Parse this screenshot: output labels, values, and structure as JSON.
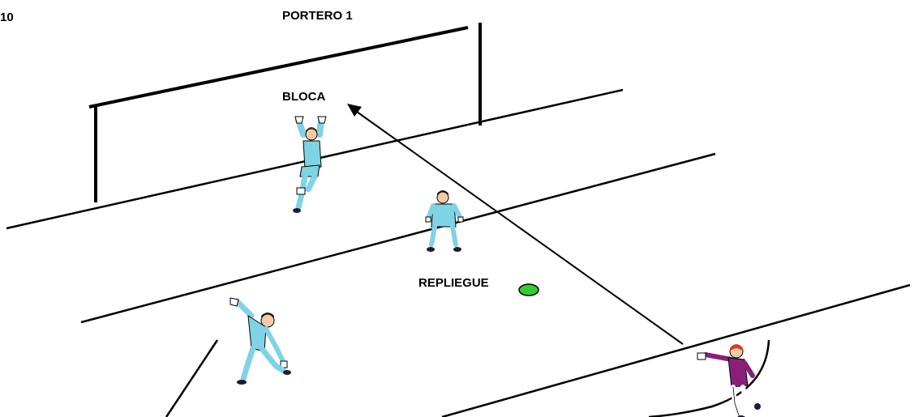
{
  "labels": {
    "corner_left": "10",
    "title": "PORTERO 1",
    "bloca": "BLOCA",
    "repliegue": "REPLIEGUE"
  },
  "colors": {
    "line": "#000000",
    "jersey_blue": "#7fd3e6",
    "jersey_purple": "#8a1f7a",
    "ball": "#33cc33",
    "skin": "#f4c9a8",
    "hair": "#5a3a1a",
    "hair_red": "#d83a1a",
    "shorts": "#ffffff",
    "socks_blue": "#7fd3e6"
  },
  "icons": {
    "ball": "green-ball-marker",
    "arrow": "arrow-head"
  }
}
